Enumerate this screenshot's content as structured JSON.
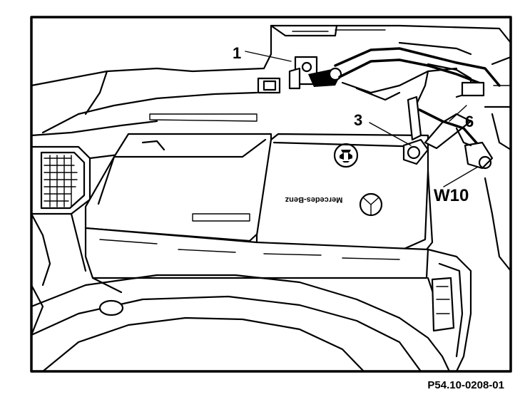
{
  "labels": {
    "part_1": "1",
    "part_3": "3",
    "part_6": "6",
    "part_w10": "W10"
  },
  "battery_brand": "Mercedes-Benz",
  "reference_code": "P54.10-0208-01",
  "colors": {
    "ink": "#000000",
    "paper": "#ffffff"
  }
}
